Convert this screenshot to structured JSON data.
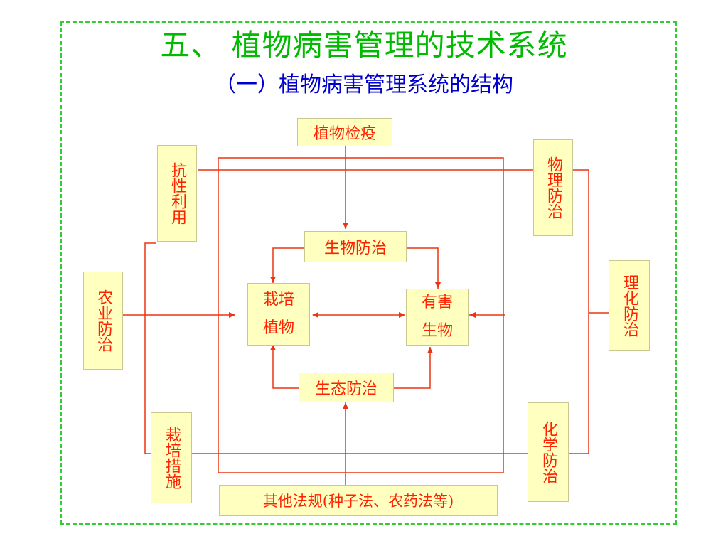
{
  "title": "五、 植物病害管理的技术系统",
  "subtitle": "（一）植物病害管理系统的结构",
  "nodes": {
    "quarantine": "植物检疫",
    "resistance": "抗性利用",
    "physical": "物理防治",
    "physchem": "理化防治",
    "agricultural": "农业防治",
    "biological": "生物防治",
    "host_line1": "栽培",
    "host_line2": "植物",
    "pest_line1": "有害",
    "pest_line2": "生物",
    "ecological": "生态防治",
    "cultivation": "栽培措施",
    "chemical": "化学防治",
    "legal": "其他法规(种子法、农药法等)"
  },
  "colors": {
    "line": "#ee3311",
    "box_fill": "#ffffc0",
    "box_text": "#ff2200",
    "title": "#00bb00",
    "subtitle": "#0000cc",
    "frame": "#33cc33"
  }
}
